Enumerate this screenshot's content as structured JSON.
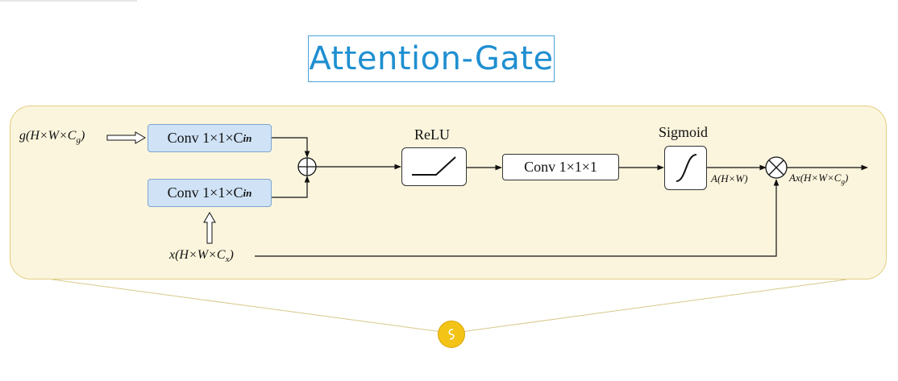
{
  "title": "Attention-Gate",
  "inputs": {
    "g": "g(H×W×C",
    "g_sub": "g",
    "x": "x(H×W×C",
    "x_sub": "x",
    "close": ")"
  },
  "conv_top": {
    "text": "Conv 1×1×C",
    "sub": "in"
  },
  "conv_bottom": {
    "text": "Conv 1×1×C",
    "sub": "in"
  },
  "conv_mid": {
    "text": "Conv 1×1×1"
  },
  "relu_label": "ReLU",
  "sigmoid_label": "Sigmoid",
  "attention_map": "A(H×W)",
  "output": {
    "text": "Ax(H×W×C",
    "sub": "g",
    "close": ")"
  },
  "colors": {
    "title": "#1f8fd1",
    "panel_bg": "#fbf5dd",
    "panel_border": "#e3cf85",
    "conv_blue": "#cfe2f6",
    "node": "#f3c316"
  },
  "icons": {
    "sum": "circle-plus",
    "product": "circle-times",
    "node": "yellow-circle-s"
  }
}
